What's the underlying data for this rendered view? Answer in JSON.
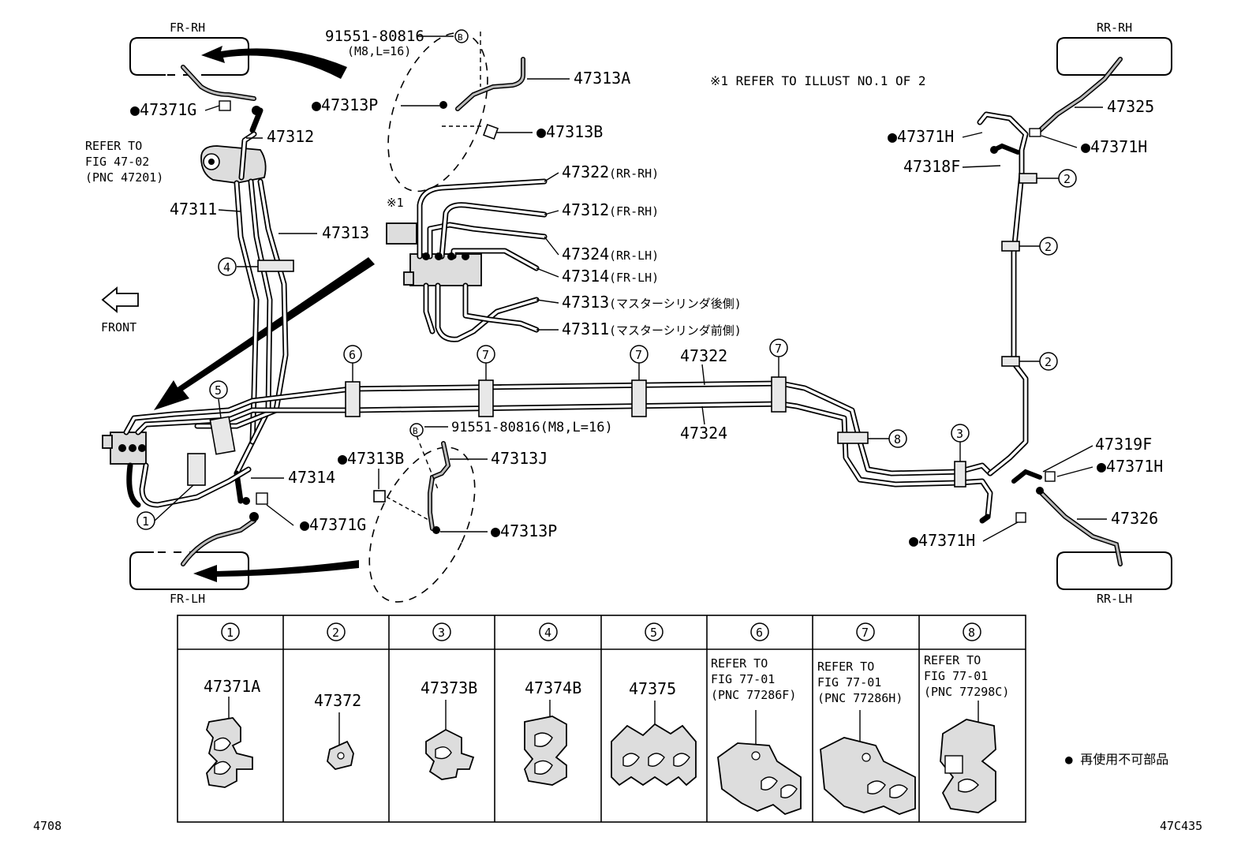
{
  "wheels": {
    "fr_rh": "FR-RH",
    "fr_lh": "FR-LH",
    "rr_rh": "RR-RH",
    "rr_lh": "RR-LH"
  },
  "front_label": "FRONT",
  "refer_note": "※1  REFER TO ILLUST NO.1 OF 2",
  "refer_master": [
    "REFER TO",
    "FIG 47-02",
    "(PNC 47201)"
  ],
  "bolt_top": [
    "91551-80816",
    "(M8,L=16)"
  ],
  "bolt_bottom": "91551-80816(M8,L=16)",
  "callout_b": "B",
  "mark_1": "※1",
  "parts": {
    "p47313A": "47313A",
    "p47313P_top": "●47313P",
    "p47313B_top": "●47313B",
    "p47371G_top": "●47371G",
    "p47312": "47312",
    "p47311": "47311",
    "p47313": "47313",
    "p47313B_bot": "●47313B",
    "p47313J": "47313J",
    "p47313P_bot": "●47313P",
    "p47314": "47314",
    "p47371G_bot": "●47371G",
    "p47322": "47322",
    "p47324": "47324",
    "p47325": "47325",
    "p47371H_1": "●47371H",
    "p47371H_2": "●47371H",
    "p47318F": "47318F",
    "p47319F": "47319F",
    "p47371H_3": "●47371H",
    "p47326": "47326",
    "p47371H_4": "●47371H"
  },
  "detail_lines": [
    {
      "pn": "47322",
      "desc": "(RR-RH)"
    },
    {
      "pn": "47312",
      "desc": "(FR-RH)"
    },
    {
      "pn": "47324",
      "desc": "(RR-LH)"
    },
    {
      "pn": "47314",
      "desc": "(FR-LH)"
    },
    {
      "pn": "47313",
      "desc": "(マスターシリンダ後側)"
    },
    {
      "pn": "47311",
      "desc": "(マスターシリンダ前側)"
    }
  ],
  "clamp_numbers": [
    "1",
    "2",
    "3",
    "4",
    "5",
    "6",
    "7",
    "8"
  ],
  "table": {
    "headers": [
      "1",
      "2",
      "3",
      "4",
      "5",
      "6",
      "7",
      "8"
    ],
    "cells": [
      [
        "47371A"
      ],
      [
        "47372"
      ],
      [
        "47373B"
      ],
      [
        "47374B"
      ],
      [
        "47375"
      ],
      [
        "REFER TO",
        "FIG 77-01",
        "(PNC 77286F)"
      ],
      [
        "REFER TO",
        "FIG 77-01",
        "(PNC 77286H)"
      ],
      [
        "REFER TO",
        "FIG 77-01",
        "(PNC 77298C)"
      ]
    ]
  },
  "legend_note": "● 再使用不可部品",
  "footer_left": "4708",
  "footer_right": "47C435"
}
